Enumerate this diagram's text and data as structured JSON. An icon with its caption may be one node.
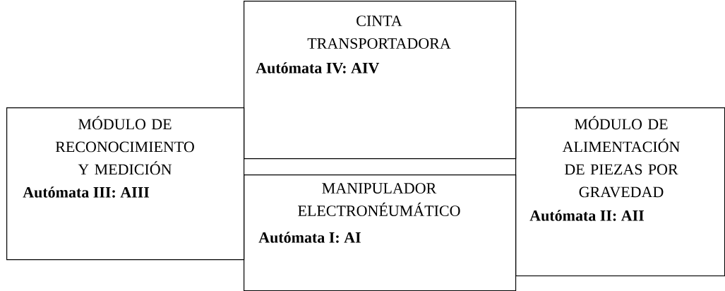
{
  "diagram": {
    "nodes": [
      {
        "text": [
          "CINTA TRANSPORTADORA",
          "**Autómata IV: AIV**"
        ]
      },
      {
        "text": [
          "MÓDULO DE RECONOCIMIENTO Y MEDICIÓN",
          "**Autómata III: AIII**"
        ]
      },
      {
        "text": [
          "MANIPULADOR ELECTRONÉUMÁTICO",
          "**Autómata I: AI**"
        ]
      },
      {
        "text": [
          "MÓDULO DE ALIMENTACIÓN DE PIEZAS POR GRAVEDAD",
          "**Autómata II: AII**"
        ]
      }
    ]
  }
}
